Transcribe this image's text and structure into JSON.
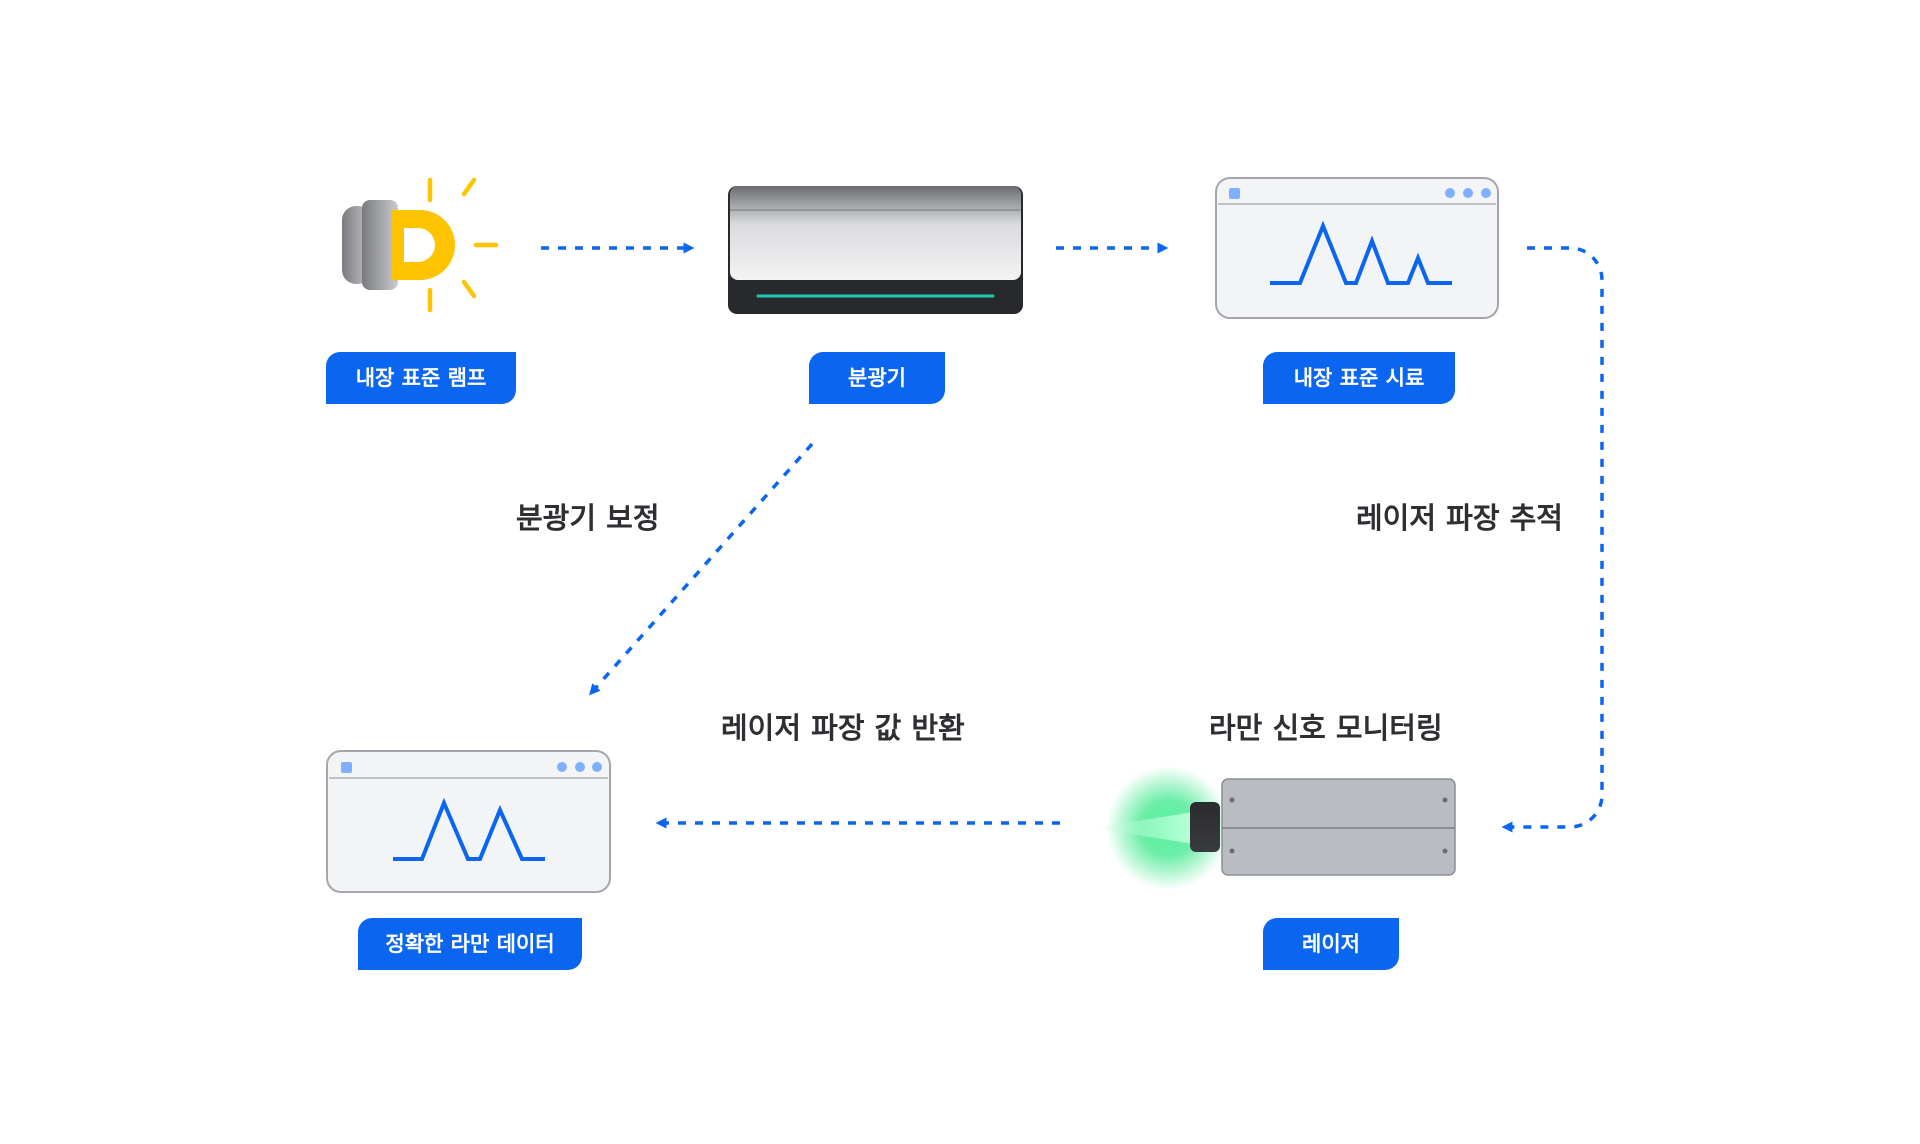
{
  "nodes": {
    "lamp": {
      "label": "내장 표준 램프",
      "icon": "lamp-icon"
    },
    "spectrometer": {
      "label": "분광기",
      "icon": "spectrometer-icon"
    },
    "standard_sample": {
      "label": "내장 표준 시료",
      "icon": "spectrum-window-icon"
    },
    "laser": {
      "label": "레이저",
      "icon": "laser-icon"
    },
    "raman_data": {
      "label": "정확한 라만 데이터",
      "icon": "spectrum-window-icon"
    }
  },
  "edges": {
    "spectrometer_calibration": "분광기 보정",
    "laser_wavelength_tracking": "레이저 파장 추적",
    "raman_signal_monitoring": "라만 신호 모니터링",
    "laser_wavelength_return": "레이저 파장 값 반환"
  },
  "colors": {
    "accent": "#0a66f0",
    "lamp_yellow": "#ffc400",
    "laser_glow": "#3ce88a",
    "text_dark": "#2e2f33"
  }
}
